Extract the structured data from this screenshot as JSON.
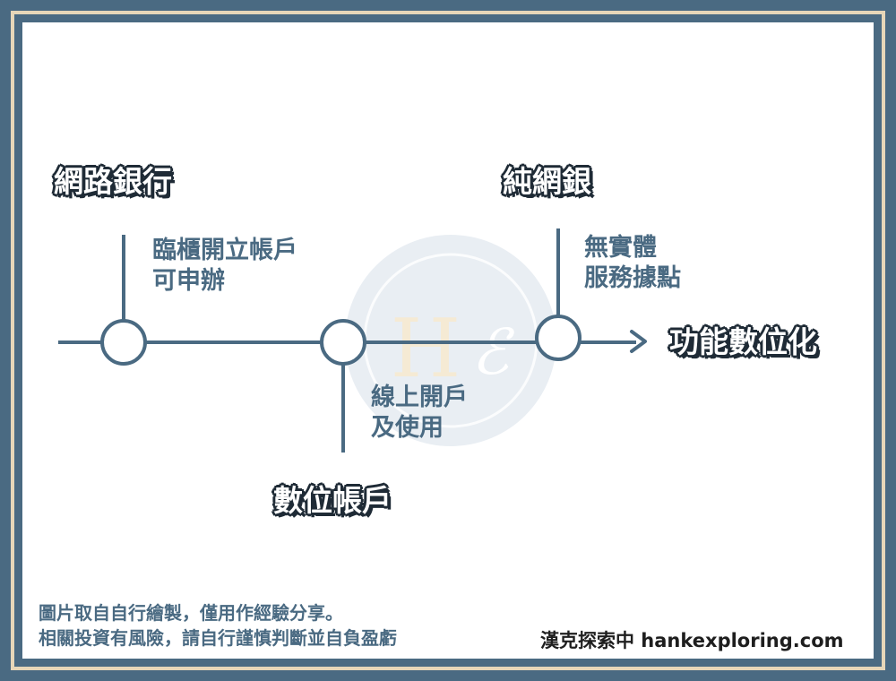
{
  "stages": [
    {
      "title": "網路銀行",
      "desc": [
        "臨櫃開立帳戶",
        "可申辦"
      ]
    },
    {
      "title": "數位帳戶",
      "desc": [
        "線上開戶",
        "及使用"
      ]
    },
    {
      "title": "純網銀",
      "desc": [
        "無實體",
        "服務據點"
      ]
    }
  ],
  "arrow_label": "功能數位化",
  "watermark_letter": "H",
  "footer": {
    "line1": "圖片取自自行繪製，僅用作經驗分享。",
    "line2": "相關投資有風險，請自行謹慎判斷並自負盈虧"
  },
  "brand": "漢克探索中 hankexploring.com",
  "colors": {
    "line": "#4a6a82",
    "border_outer": "#4a6a82",
    "border_gold": "#e6d6b8",
    "watermark": "#e9eef3",
    "title_outline": "#1f2b36"
  }
}
